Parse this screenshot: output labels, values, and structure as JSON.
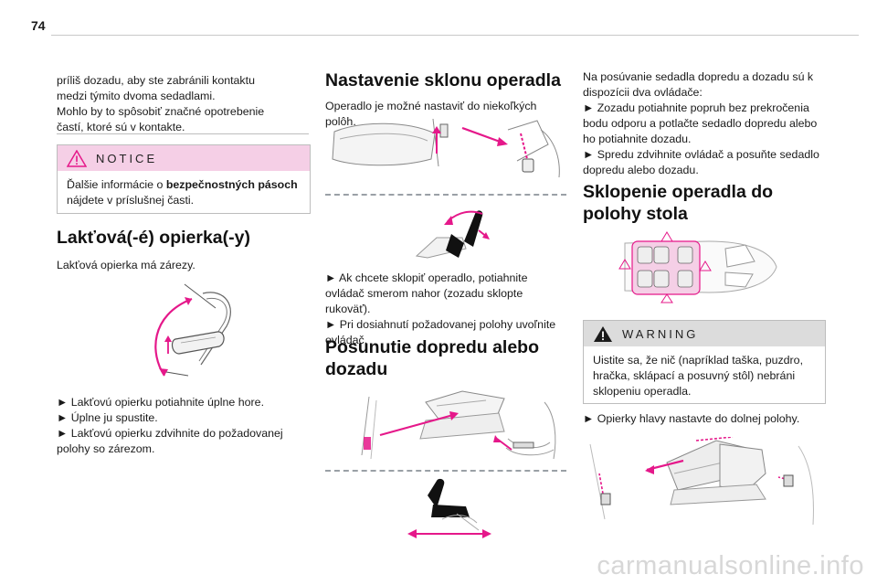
{
  "page": {
    "number": "74",
    "watermark": "carmanualsonline.info"
  },
  "col1": {
    "intro": [
      "príliš dozadu, aby ste zabránili kontaktu",
      "medzi týmito dvoma sedadlami.",
      "Mohlo by to spôsobiť značné opotrebenie",
      "častí, ktoré sú v kontakte."
    ],
    "notice": {
      "title": "NOTICE",
      "line1_pre": "Ďalšie informácie o ",
      "line1_bold": "bezpečnostných pásoch",
      "line2": "nájdete v príslušnej časti."
    },
    "armrest": {
      "heading": "Lakťová(-é) opierka(-y)",
      "intro": "Lakťová opierka má zárezy.",
      "steps": [
        "► Lakťovú opierku potiahnite úplne hore.",
        "► Úplne ju spustite.",
        "► Lakťovú opierku zdvihnite do požadovanej",
        "polohy so zárezom."
      ]
    }
  },
  "col2": {
    "recline": {
      "heading": "Nastavenie sklonu operadla",
      "intro": "Operadlo je možné nastaviť do niekoľkých polôh.",
      "steps": [
        "► Ak chcete sklopiť operadlo, potiahnite",
        "ovládač smerom nahor (zozadu sklopte rukoväť).",
        "► Pri dosiahnutí požadovanej polohy uvoľnite",
        "ovládač."
      ]
    },
    "slide": {
      "heading": [
        "Posunutie dopredu alebo",
        "dozadu"
      ]
    }
  },
  "col3": {
    "slide_text": [
      "Na posúvanie sedadla dopredu a dozadu sú k",
      "dispozícii dva ovládače:",
      "► Zozadu potiahnite popruh bez prekročenia",
      "bodu odporu a potlačte sedadlo dopredu alebo",
      "ho potiahnite dozadu.",
      "► Spredu zdvihnite ovládač a posuňte sedadlo",
      "dopredu alebo dozadu."
    ],
    "fold": {
      "heading": [
        "Sklopenie operadla do",
        "polohy stola"
      ]
    },
    "warning": {
      "title": "WARNING",
      "lines": [
        "Uistite sa, že nič (napríklad taška, puzdro,",
        "hračka, sklápací a posuvný stôl) nebráni",
        "sklopeniu operadla."
      ]
    },
    "headrest": "► Opierky hlavy nastavte do dolnej polohy."
  },
  "colors": {
    "accent": "#e5188a",
    "note_header": "#f5cfe6",
    "warning_header": "#dcdcdc"
  },
  "icons": {
    "notice": "caution-triangle-icon",
    "warning": "warning-triangle-icon"
  }
}
